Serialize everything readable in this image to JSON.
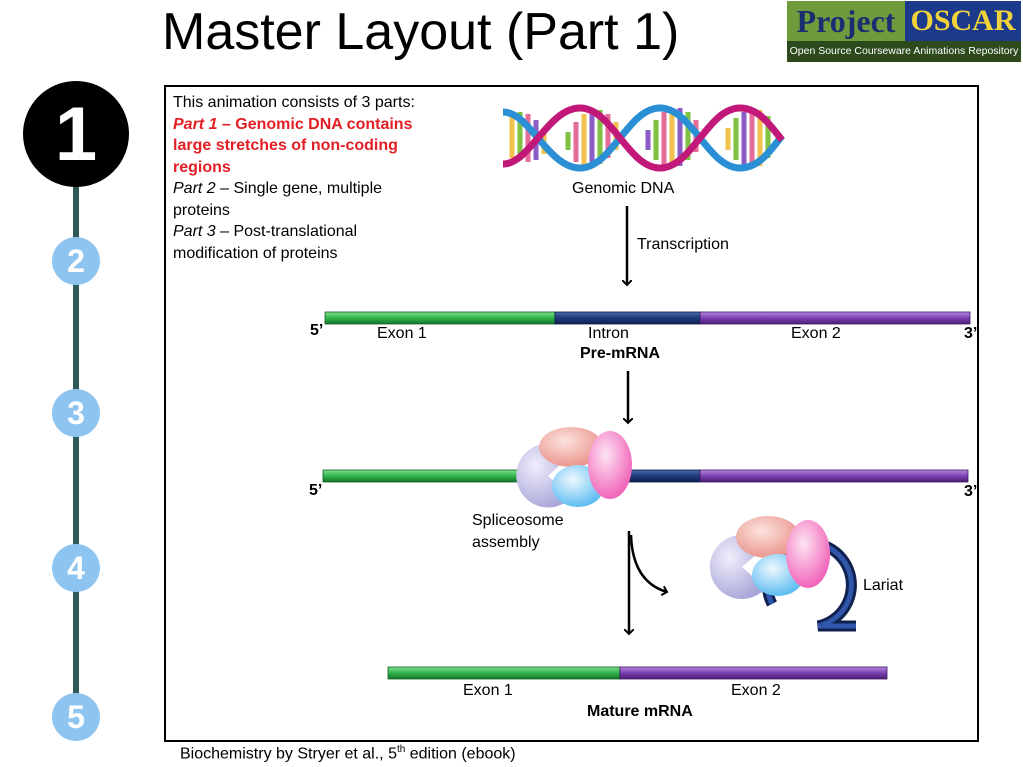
{
  "title": "Master Layout (Part 1)",
  "logo": {
    "word1": "Project",
    "word2": "OSCAR",
    "tagline": "Open Source Courseware Animations Repository"
  },
  "steps": [
    "1",
    "2",
    "3",
    "4",
    "5"
  ],
  "intro": {
    "line1": "This animation consists of 3 parts:",
    "part1_label": "Part 1",
    "part1_text": " – Genomic DNA contains large stretches of non-coding regions",
    "part2_label": "Part 2",
    "part2_text": " – Single gene, multiple proteins",
    "part3_label": "Part 3",
    "part3_text": " – Post-translational modification of proteins"
  },
  "labels": {
    "genomic_dna": "Genomic DNA",
    "transcription": "Transcription",
    "five_prime": "5’",
    "three_prime": "3’",
    "exon1": "Exon 1",
    "intron": "Intron",
    "exon2": "Exon 2",
    "pre_mrna": "Pre-mRNA",
    "spliceosome": "Spliceosome",
    "assembly": "assembly",
    "lariat": "Lariat",
    "mature_mrna": "Mature mRNA"
  },
  "footer": {
    "prefix": "Biochemistry by Stryer et al., 5",
    "sup": "th",
    "suffix": " edition (ebook)"
  },
  "colors": {
    "exon1": "#2fb34a",
    "intron": "#1f3a7a",
    "exon2": "#7b3fb0",
    "dna_strand_a": "#2b8fd6",
    "dna_strand_b": "#c2187a",
    "step_active": "#000000",
    "step_inactive": "#8ec4f0",
    "track": "#2d5a57",
    "intro_highlight": "#e31e24"
  }
}
